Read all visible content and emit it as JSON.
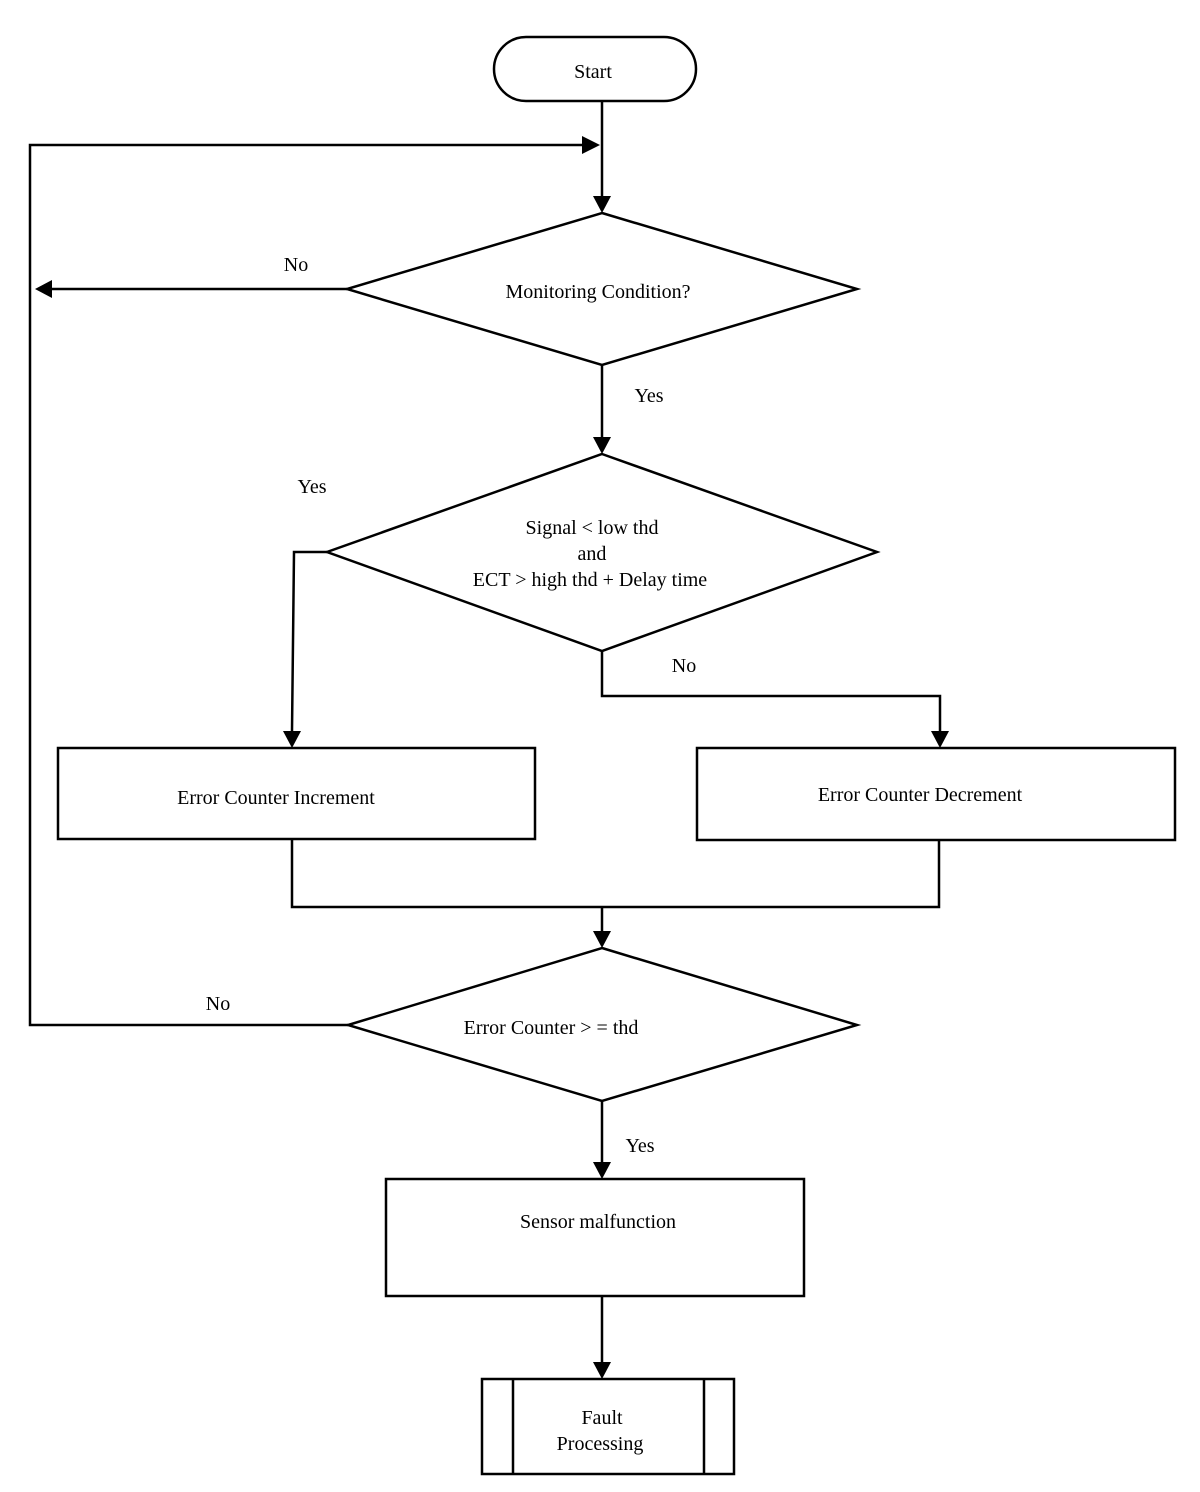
{
  "nodes": {
    "start": {
      "label": "Start"
    },
    "monitoring": {
      "label": "Monitoring Condition?"
    },
    "signal_check": {
      "line1": "Signal < low thd",
      "line2": "and",
      "line3": "ECT > high thd + Delay time"
    },
    "increment": {
      "label": "Error Counter Increment"
    },
    "decrement": {
      "label": "Error Counter Decrement"
    },
    "counter_check": {
      "label": "Error Counter > = thd"
    },
    "malfunction": {
      "label": "Sensor malfunction"
    },
    "fault": {
      "line1": "Fault",
      "line2": "Processing"
    }
  },
  "edges": {
    "monitoring_no": "No",
    "monitoring_yes": "Yes",
    "signal_yes": "Yes",
    "signal_no": "No",
    "counter_no": "No",
    "counter_yes": "Yes"
  }
}
